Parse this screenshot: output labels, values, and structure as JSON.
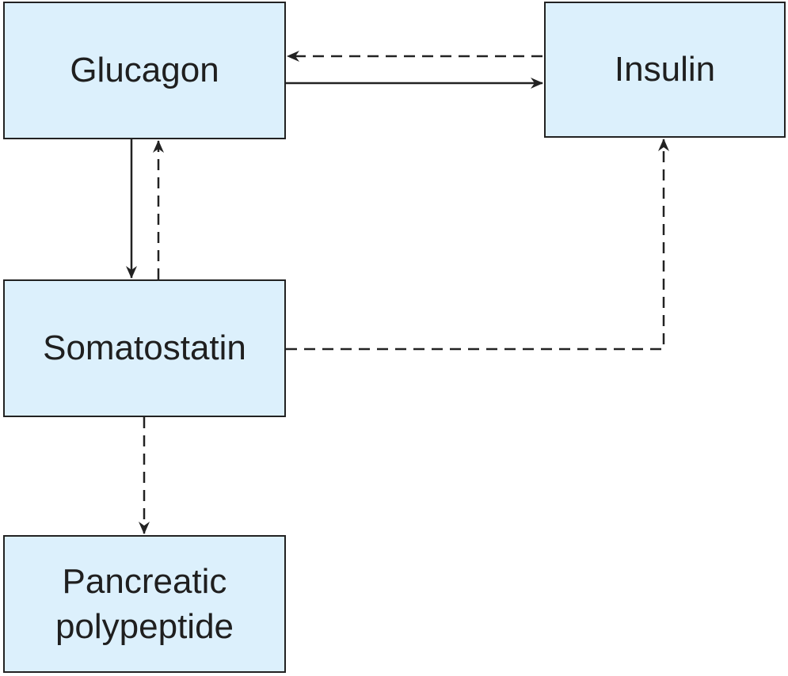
{
  "diagram": {
    "colors": {
      "box_fill": "#dcf0fc",
      "box_border": "#222222",
      "text": "#1f1f1f",
      "line": "#222222"
    },
    "nodes": {
      "glucagon": "Glucagon",
      "insulin": "Insulin",
      "somatostatin": "Somatostatin",
      "pancreatic_polypeptide": "Pancreatic\npolypeptide"
    },
    "edges": [
      {
        "from": "Glucagon",
        "to": "Insulin",
        "style": "solid"
      },
      {
        "from": "Insulin",
        "to": "Glucagon",
        "style": "dashed"
      },
      {
        "from": "Glucagon",
        "to": "Somatostatin",
        "style": "solid"
      },
      {
        "from": "Somatostatin",
        "to": "Glucagon",
        "style": "dashed"
      },
      {
        "from": "Somatostatin",
        "to": "Insulin",
        "style": "dashed"
      },
      {
        "from": "Somatostatin",
        "to": "Pancreatic\npolypeptide",
        "style": "dashed"
      }
    ]
  }
}
